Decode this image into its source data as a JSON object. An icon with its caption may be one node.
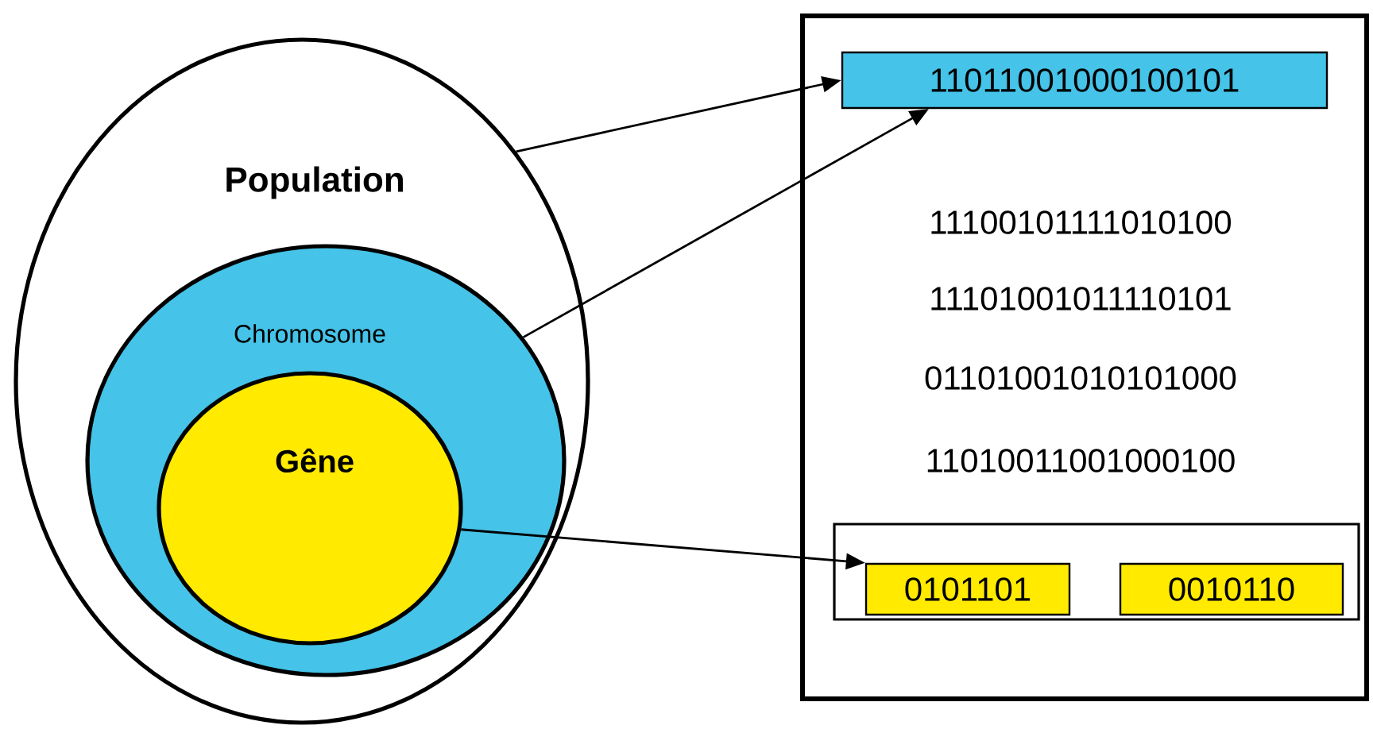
{
  "diagram": {
    "nodes": [
      {
        "text": [
          "Population"
        ]
      },
      {
        "text": [
          "Chromosome"
        ],
        "in": 0
      },
      {
        "text": [
          "Gêne"
        ],
        "in": 1
      },
      {
        "text": [],
        "shape": "box"
      },
      {
        "text": [
          "11011001000100101"
        ],
        "in": 3
      },
      {
        "text": [],
        "shape": "box",
        "in": 3
      },
      {
        "text": [
          "0101101"
        ],
        "in": 5
      },
      {
        "text": [
          "0010110"
        ],
        "in": 5
      }
    ],
    "edges": [
      {
        "from": 0,
        "to": 4,
        "arrow": "to"
      },
      {
        "from": 1,
        "to": 4,
        "arrow": "to"
      },
      {
        "from": 2,
        "to": 6,
        "arrow": "to"
      }
    ],
    "labels": [
      "11100101111010100",
      "11101001011110101",
      "01101001010101000",
      "11010011001000100"
    ]
  }
}
